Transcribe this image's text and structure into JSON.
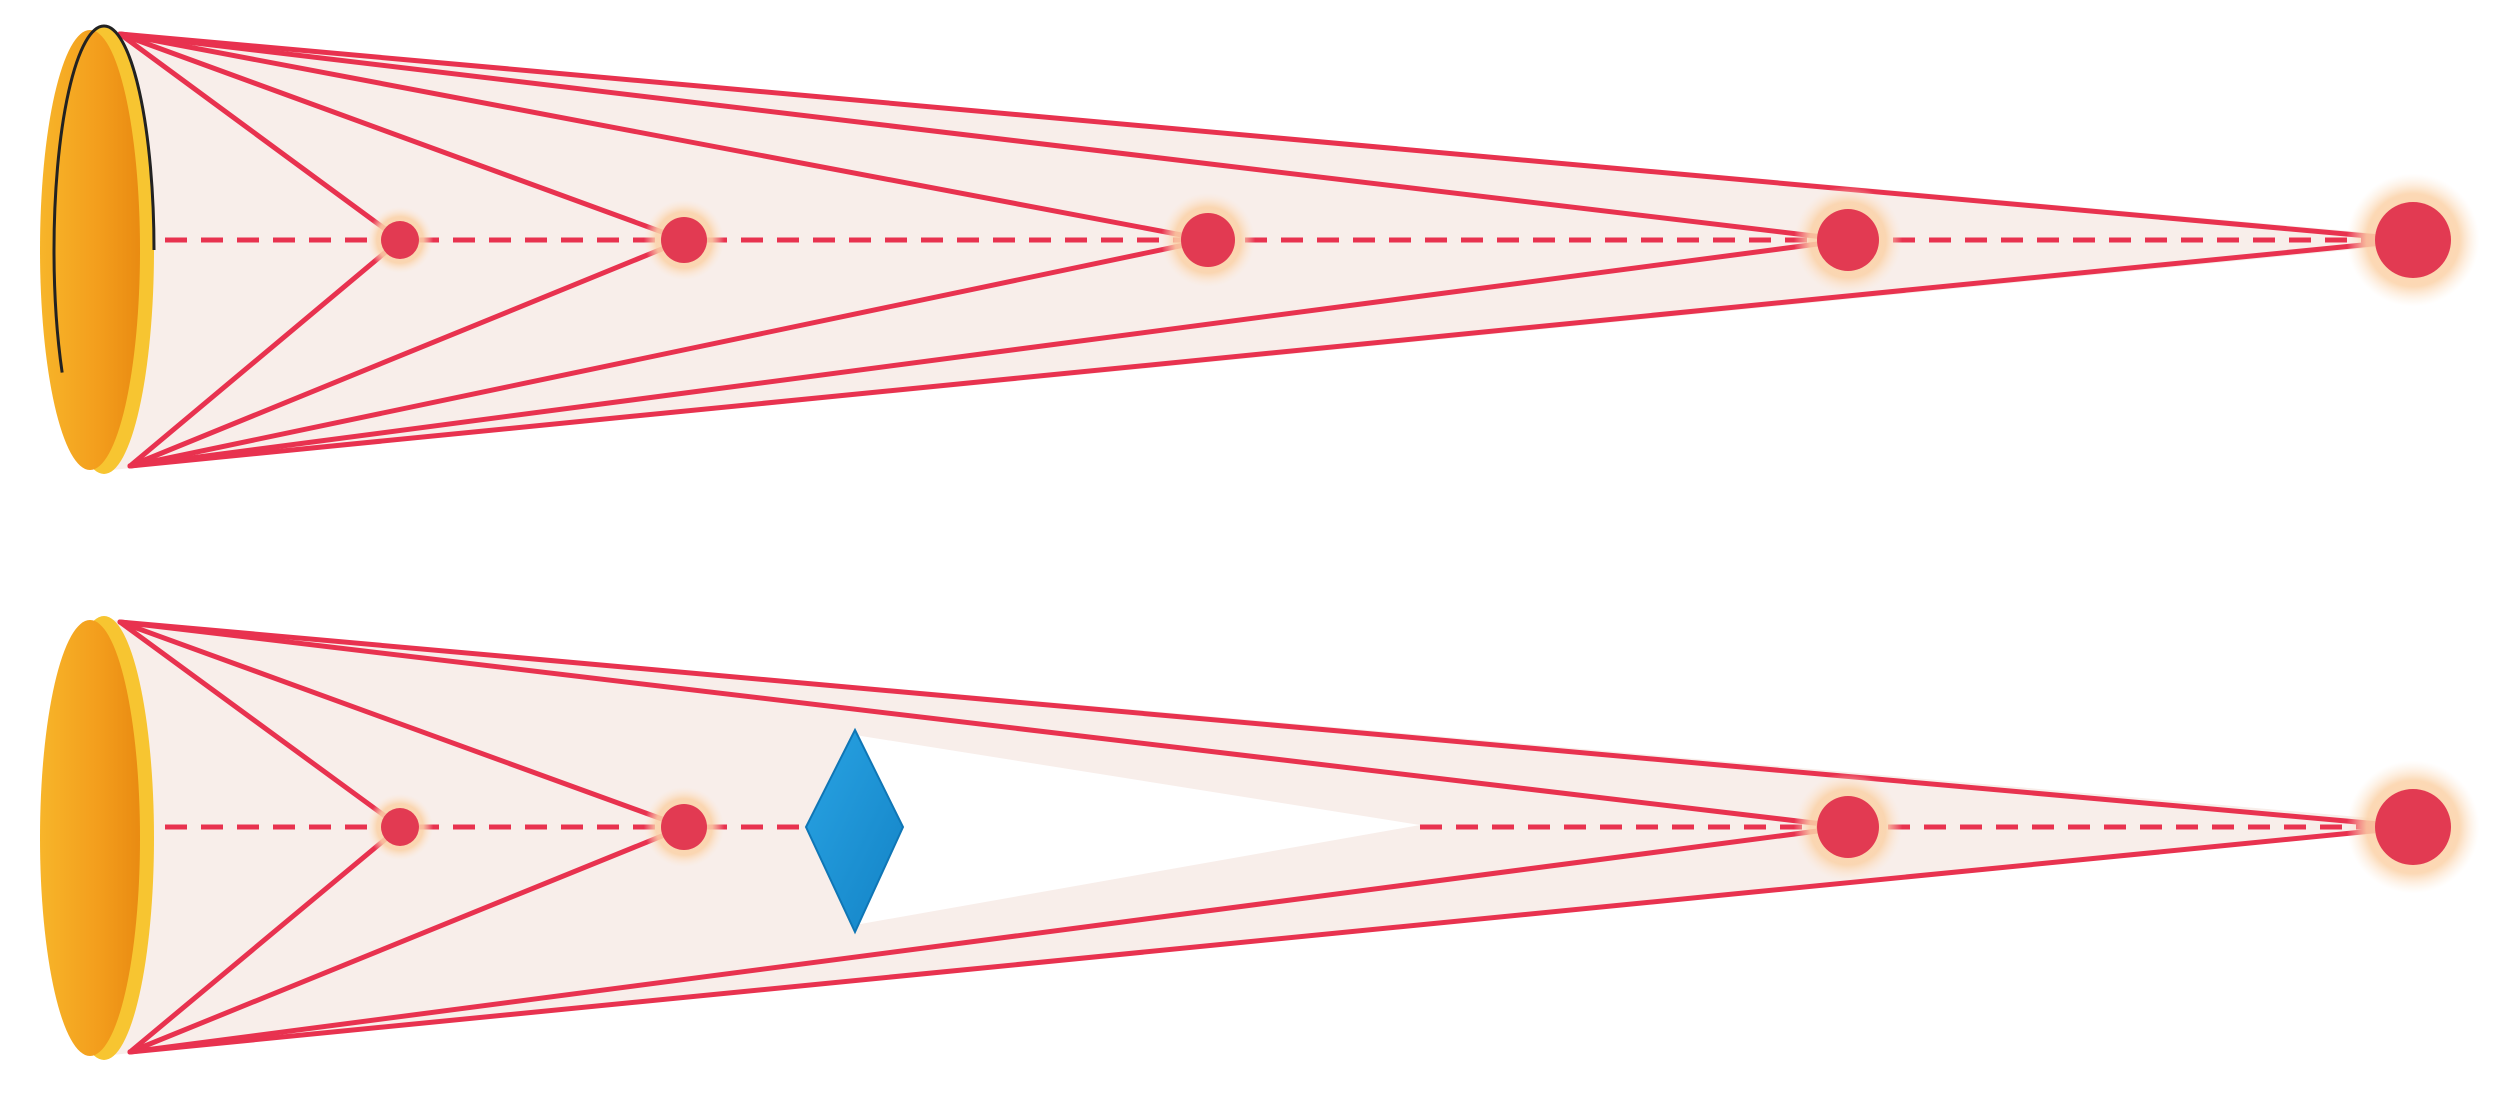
{
  "colors": {
    "background": "#ffffff",
    "cone_fill": "#f8eeea",
    "ray": "#e8324f",
    "axis": "#e8324f",
    "source_point": "#e23a52",
    "source_glow": "#fbd2a8",
    "mirror_face": "#f4a21e",
    "mirror_rim": "#f7c531",
    "mirror_edge": "#222222",
    "blocker": "#1a8fd3",
    "shadow": "#ffffff"
  },
  "icons": {
    "mirror": "parabolic-mirror-icon",
    "point_source": "point-source-icon",
    "blocker": "blue-diamond-occluder-icon"
  },
  "diagrams": [
    {
      "id": "top",
      "description_name": "unobstructed-ray-cone",
      "source_count": 5,
      "has_blocker": false
    },
    {
      "id": "bottom",
      "description_name": "ray-cone-with-occluder",
      "source_count": 4,
      "has_blocker": true
    }
  ]
}
